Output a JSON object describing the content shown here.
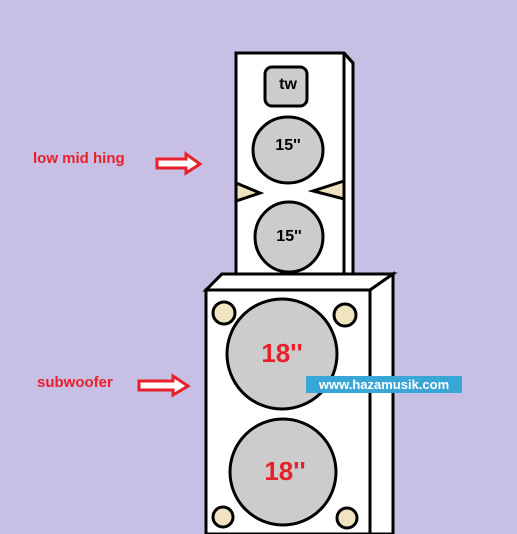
{
  "labels": {
    "low_mid": "low mid hing",
    "subwoofer": "subwoofer"
  },
  "drivers": {
    "tweeter": "tw",
    "mid_top": "15''",
    "mid_bottom": "15''",
    "sub_top": "18''",
    "sub_bottom": "18''"
  },
  "watermark": "www.hazamusik.com",
  "colors": {
    "background": "#c8bfe4",
    "cabinet": "#ffffff",
    "driver": "#cccccc",
    "bolt": "#efe3c0",
    "label_red": "#e8202a",
    "watermark_bg": "#39a6d8"
  },
  "icons": {
    "arrow": "right-arrow-icon"
  }
}
